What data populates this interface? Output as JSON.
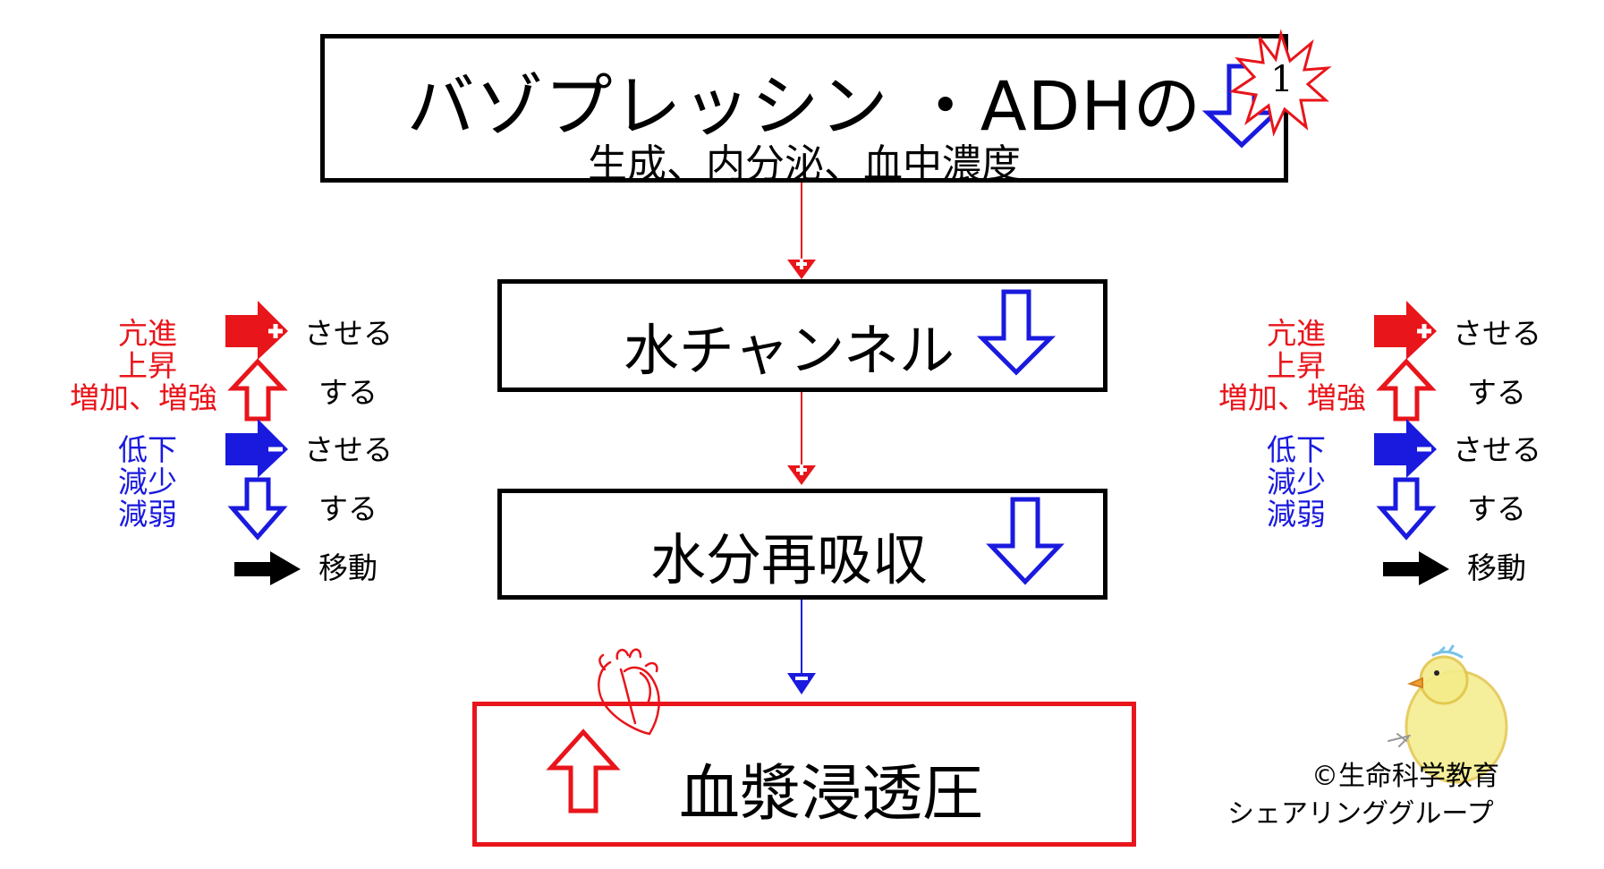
{
  "diagram": {
    "top_box": {
      "title": "バゾプレッシン ・ADHの",
      "subtitle": "生成、内分泌、血中濃度",
      "badge": "1"
    },
    "box2": {
      "label": "水チャンネル"
    },
    "box3": {
      "label": "水分再吸収"
    },
    "box4": {
      "label": "血漿浸透圧"
    }
  },
  "legend": {
    "up_words": [
      "亢進",
      "上昇",
      "増加、増強"
    ],
    "down_words": [
      "低下",
      "減少",
      "減弱"
    ],
    "sasero": "させる",
    "suru": "する",
    "move": "移動"
  },
  "credit": {
    "line1": "©生命科学教育",
    "line2": "シェアリンググループ"
  },
  "colors": {
    "red": "#e8151b",
    "blue": "#1a1adf",
    "black": "#000000"
  }
}
